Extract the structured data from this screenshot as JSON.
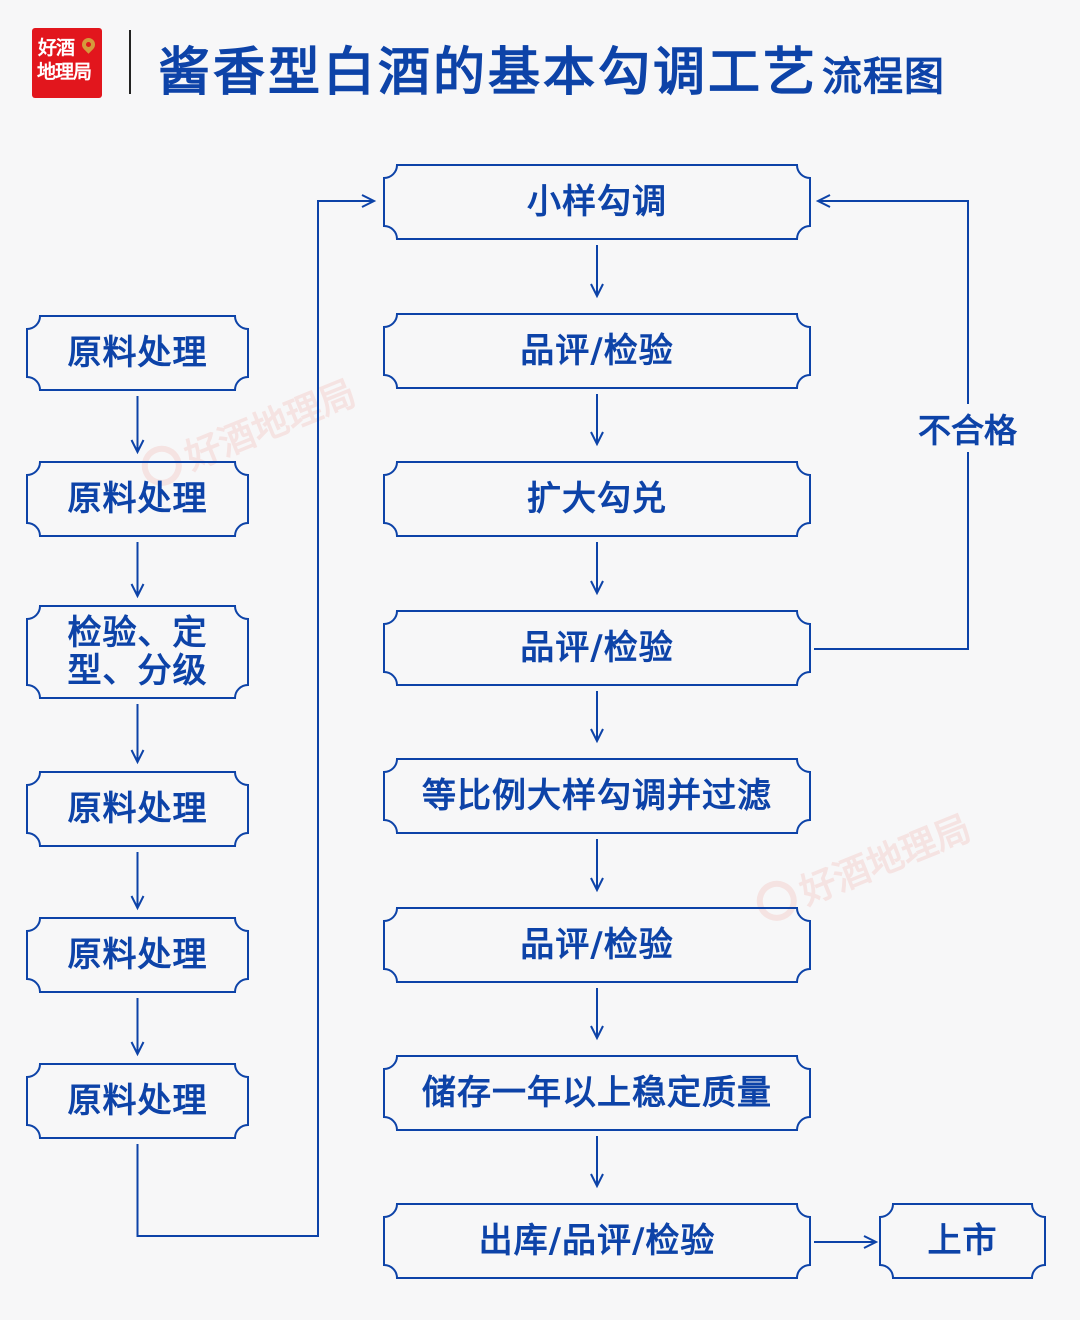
{
  "header": {
    "logo": {
      "line1": "好酒",
      "line2": "地理局",
      "icon": "location-pin-icon"
    },
    "title_main": "酱香型白酒的基本勾调工艺",
    "title_sub": "流程图"
  },
  "colors": {
    "primary": "#0d43a8",
    "background": "#f7f7f8",
    "logo_red": "#e2161d",
    "logo_gold": "#d59a3c"
  },
  "left_column": {
    "steps": [
      {
        "label": "原料处理"
      },
      {
        "label": "原料处理"
      },
      {
        "label": "检验、定型、分级",
        "line1": "检验、定",
        "line2": "型、分级"
      },
      {
        "label": "原料处理"
      },
      {
        "label": "原料处理"
      },
      {
        "label": "原料处理"
      }
    ]
  },
  "center_column": {
    "steps": [
      {
        "label": "小样勾调"
      },
      {
        "label": "品评/检验"
      },
      {
        "label": "扩大勾兑"
      },
      {
        "label": "品评/检验"
      },
      {
        "label": "等比例大样勾调并过滤"
      },
      {
        "label": "品评/检验"
      },
      {
        "label": "储存一年以上稳定质量"
      },
      {
        "label": "出库/品评/检验"
      }
    ]
  },
  "final_step": {
    "label": "上市"
  },
  "feedback_loop": {
    "label": "不合格",
    "from": "品评/检验 (step 4)",
    "to": "小样勾调"
  },
  "watermarks": [
    {
      "text": "好酒地理局"
    },
    {
      "text": "好酒地理局"
    }
  ]
}
